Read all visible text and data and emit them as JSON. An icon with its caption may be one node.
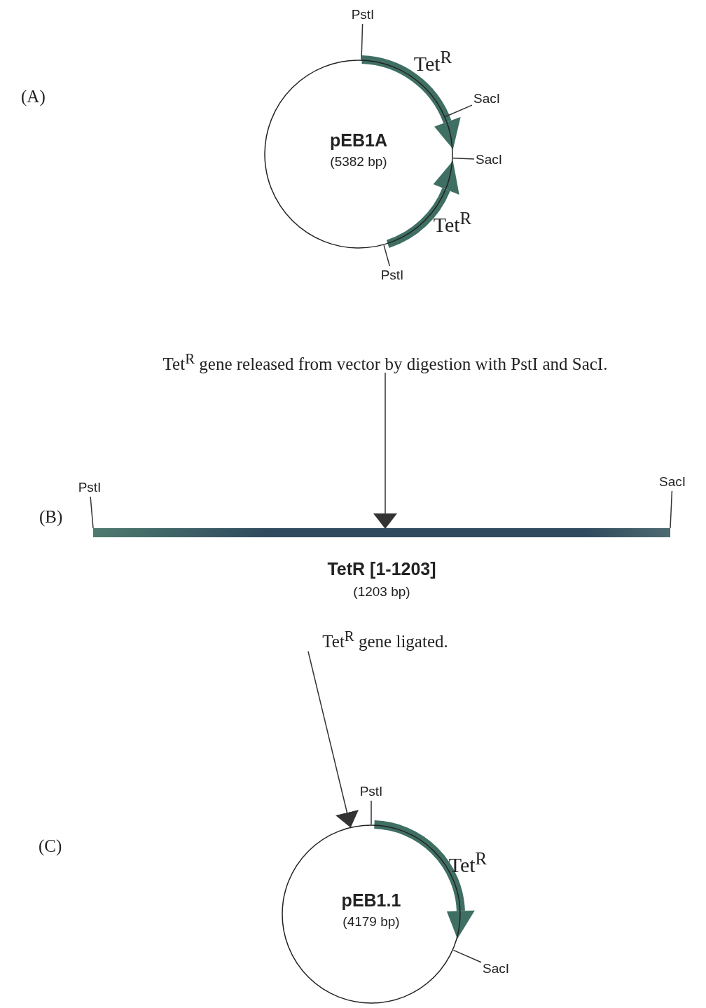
{
  "diagram": {
    "nodes": [
      {
        "text": [
          "pEB1A",
          "(5382 bp)"
        ]
      },
      {
        "text": [
          "PstI"
        ]
      },
      {
        "text": [
          "SacI"
        ]
      },
      {
        "text": [
          "SacI"
        ]
      },
      {
        "text": [
          "PstI"
        ]
      },
      {
        "text": [
          "Tet$^{R}$ gene released from vector by digestion with PstI and SacI."
        ]
      },
      {
        "text": [
          "TetR [1-1203]",
          "(1203 bp)"
        ]
      },
      {
        "text": [
          "PstI"
        ]
      },
      {
        "text": [
          "SacI"
        ]
      },
      {
        "text": [
          "Tet$^{R}$ gene ligated."
        ]
      },
      {
        "text": [
          "PstI"
        ]
      },
      {
        "text": [
          "pEB1.1",
          "(4179 bp)"
        ]
      },
      {
        "text": [
          "SacI"
        ]
      }
    ],
    "edges": [
      {
        "from": 1,
        "to": 0,
        "arrow": "none"
      },
      {
        "from": 2,
        "to": 0,
        "arrow": "none"
      },
      {
        "from": 3,
        "to": 0,
        "arrow": "none"
      },
      {
        "from": 4,
        "to": 0,
        "arrow": "none"
      },
      {
        "from": 5,
        "to": 6,
        "arrow": "to"
      },
      {
        "from": 7,
        "to": 6,
        "arrow": "none"
      },
      {
        "from": 8,
        "to": 6,
        "arrow": "none"
      },
      {
        "from": 9,
        "to": 11,
        "arrow": "to"
      },
      {
        "from": 10,
        "to": 11,
        "arrow": "none"
      },
      {
        "from": 12,
        "to": 11,
        "arrow": "none"
      }
    ],
    "labels": [
      "(A)",
      "Tet$^{R}$",
      "Tet$^{R}$",
      "(B)",
      "(C)",
      "Tet$^{R}$"
    ]
  }
}
